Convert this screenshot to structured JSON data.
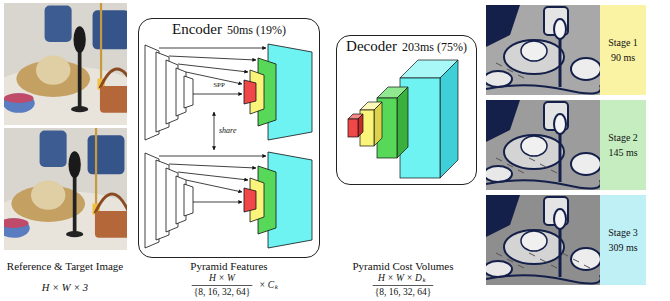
{
  "diagram": {
    "nodes": [
      {
        "text": [
          "Encoder",
          "50ms (19%)"
        ]
      },
      {
        "text": [
          "Decoder",
          "203ms (75%)"
        ]
      },
      {
        "text": [
          "Stage 1",
          "90 ms"
        ]
      },
      {
        "text": [
          "Stage 2",
          "145 ms"
        ]
      },
      {
        "text": [
          "Stage 3",
          "309 ms"
        ]
      }
    ],
    "labels": [
      "Reference & Target Image",
      "H × W × 3",
      "SPP",
      "share",
      "Pyramid Features",
      "H × W",
      "{8, 16, 32, 64}",
      "× C",
      "k",
      "Pyramid Cost Volumes",
      "H × W × D",
      "{8, 16, 32, 64}",
      "k"
    ]
  }
}
